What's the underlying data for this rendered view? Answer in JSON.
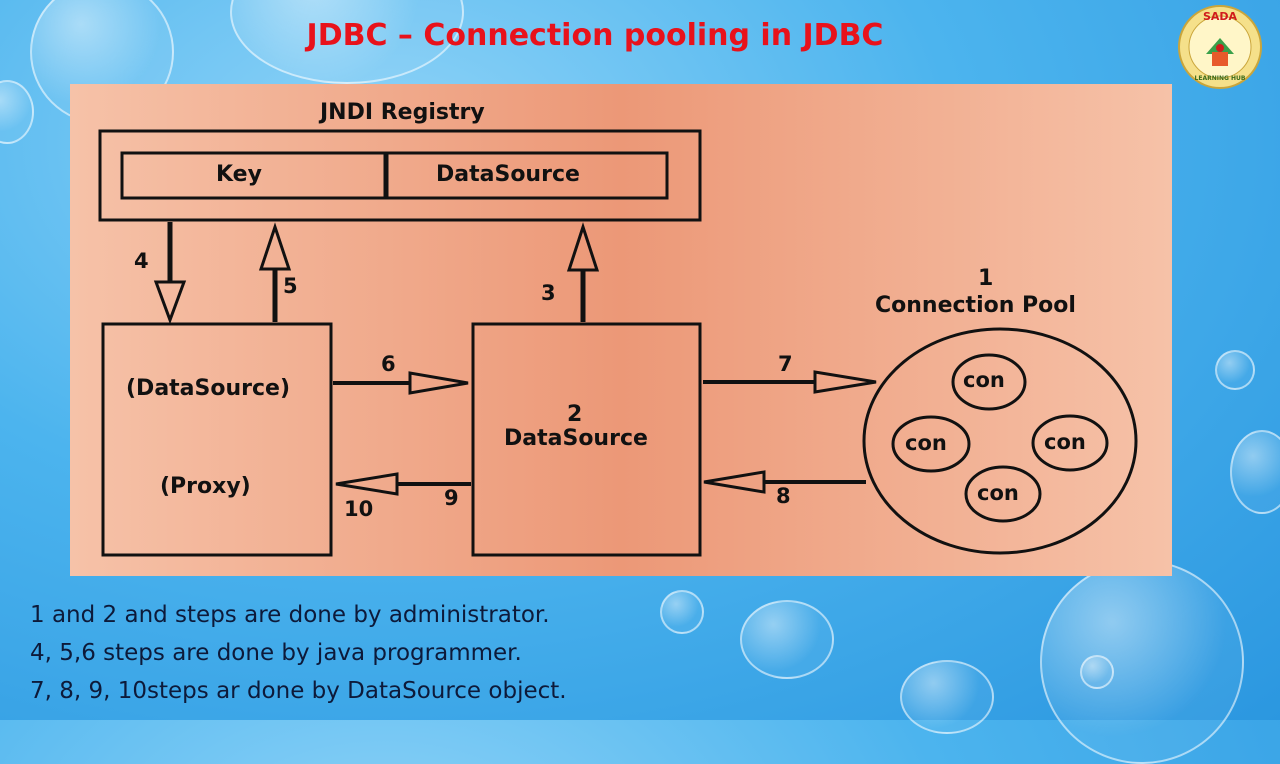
{
  "title": "JDBC – Connection pooling in JDBC",
  "logo": {
    "text_top": "SADA",
    "text_bottom": "LEARNING HUB"
  },
  "diagram": {
    "registry_title": "JNDI Registry",
    "registry_key": "Key",
    "registry_datasource": "DataSource",
    "proxy_line1": "(DataSource)",
    "proxy_line2": "(Proxy)",
    "ds_number": "2",
    "ds_label": "DataSource",
    "pool_number": "1",
    "pool_label": "Connection Pool",
    "connections": [
      "con",
      "con",
      "con",
      "con"
    ],
    "steps": {
      "s3": "3",
      "s4": "4",
      "s5": "5",
      "s6": "6",
      "s7": "7",
      "s8": "8",
      "s9": "9",
      "s10": "10"
    }
  },
  "notes": [
    "1 and 2 and steps are done by administrator.",
    "4, 5,6 steps are done by java programmer.",
    "7, 8, 9, 10steps ar done by DataSource object."
  ]
}
